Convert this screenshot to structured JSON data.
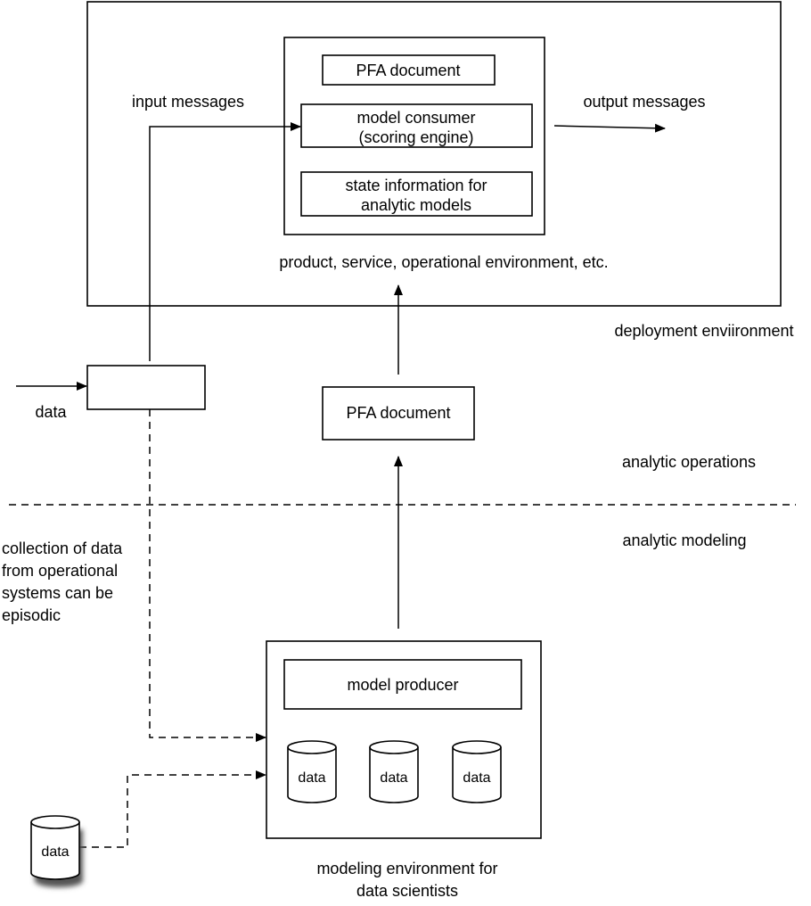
{
  "deployment": {
    "label": "deployment enviironment",
    "container_label": "product, service, operational environment, etc.",
    "pfa_document": "PFA document",
    "model_consumer_line1": "model consumer",
    "model_consumer_line2": "(scoring engine)",
    "state_line1": "state information for",
    "state_line2": "analytic models",
    "input_messages": "input messages",
    "output_messages": "output messages"
  },
  "operations": {
    "label": "analytic operations",
    "pfa_document": "PFA document",
    "data_input": "data"
  },
  "modeling": {
    "label": "analytic modeling",
    "collection_note": [
      "collection of data",
      "from operational",
      "systems can be",
      "episodic"
    ],
    "model_producer": "model producer",
    "stores": [
      "data",
      "data",
      "data"
    ],
    "external_store": "data",
    "env_line1": "modeling environment for",
    "env_line2": "data scientists"
  }
}
